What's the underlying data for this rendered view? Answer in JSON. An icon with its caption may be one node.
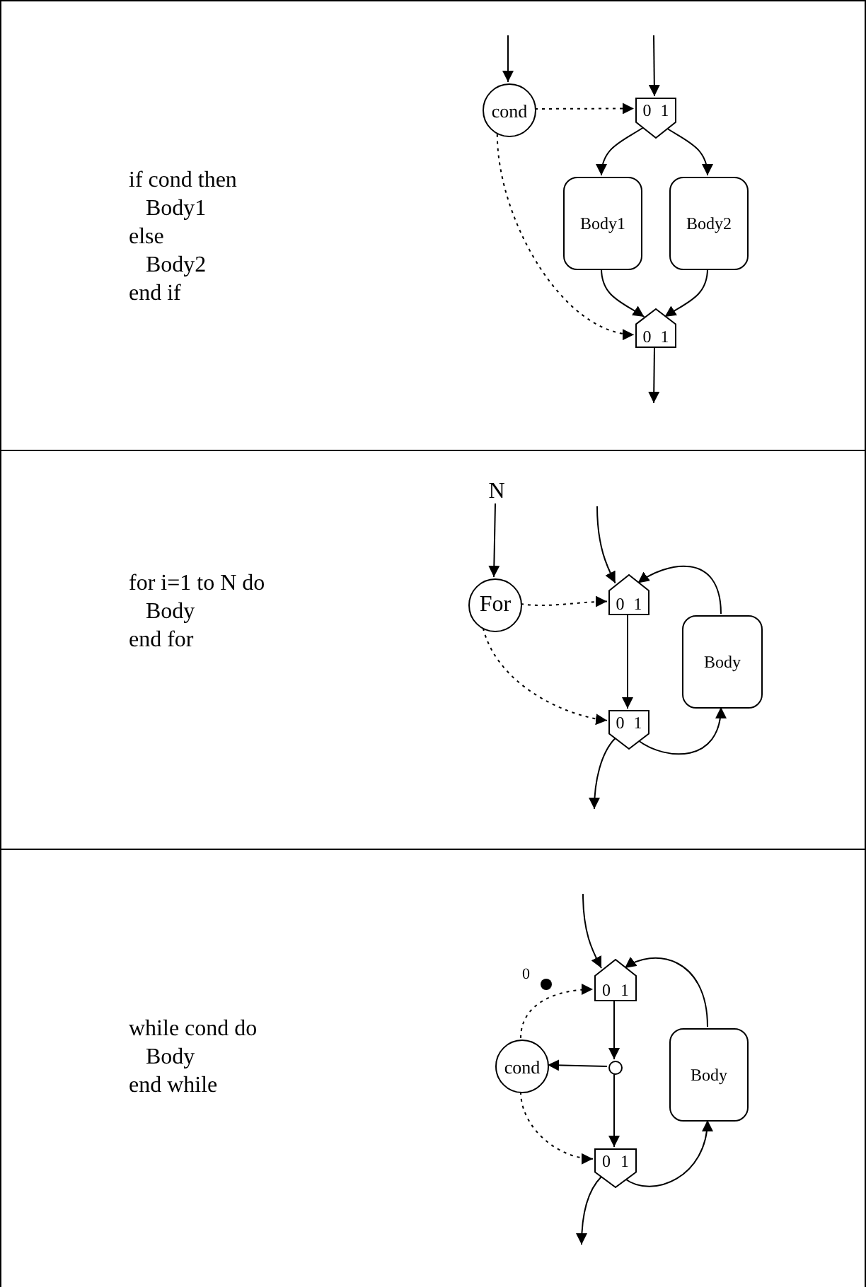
{
  "diagram": {
    "nodes": [
      {
        "text": [
          "if cond then",
          "Body1",
          "else",
          "Body2",
          "end if"
        ]
      },
      {
        "text": [
          "cond"
        ],
        "in": 0
      },
      {
        "text": [
          "0",
          "1"
        ],
        "in": 0
      },
      {
        "text": [
          "Body1"
        ],
        "in": 0
      },
      {
        "text": [
          "Body2"
        ],
        "in": 0
      },
      {
        "text": [
          "0",
          "1"
        ],
        "in": 0
      },
      {
        "text": [
          "for i=1 to N do",
          "Body",
          "end for"
        ]
      },
      {
        "text": [
          "N"
        ],
        "in": 6
      },
      {
        "text": [
          "For"
        ],
        "in": 6
      },
      {
        "text": [
          "0",
          "1"
        ],
        "in": 6
      },
      {
        "text": [
          "Body"
        ],
        "in": 6
      },
      {
        "text": [
          "0",
          "1"
        ],
        "in": 6
      },
      {
        "text": [
          "while cond do",
          "Body",
          "end while"
        ]
      },
      {
        "text": [
          "0",
          "1"
        ],
        "in": 12
      },
      {
        "text": [
          "cond"
        ],
        "in": 12
      },
      {
        "text": [],
        "shape": "circle",
        "in": 12
      },
      {
        "text": [
          "Body"
        ],
        "in": 12
      },
      {
        "text": [
          "0",
          "1"
        ],
        "in": 12
      }
    ],
    "edges": [
      {
        "from": null,
        "to": 1,
        "arrow": "to"
      },
      {
        "from": null,
        "to": 2,
        "arrow": "to"
      },
      {
        "from": 1,
        "to": 2,
        "arrow": "to",
        "style": "dashed"
      },
      {
        "from": 2,
        "to": 3,
        "arrow": "to"
      },
      {
        "from": 2,
        "to": 4,
        "arrow": "to"
      },
      {
        "from": 3,
        "to": 5,
        "arrow": "to"
      },
      {
        "from": 4,
        "to": 5,
        "arrow": "to"
      },
      {
        "from": 1,
        "to": 5,
        "arrow": "to",
        "style": "dashed"
      },
      {
        "from": 5,
        "to": null,
        "arrow": "to"
      },
      {
        "from": 7,
        "to": 8,
        "arrow": "to"
      },
      {
        "from": null,
        "to": 9,
        "arrow": "to"
      },
      {
        "from": 10,
        "to": 9,
        "arrow": "to"
      },
      {
        "from": 8,
        "to": 9,
        "arrow": "to",
        "style": "dashed"
      },
      {
        "from": 8,
        "to": 11,
        "arrow": "to",
        "style": "dashed"
      },
      {
        "from": 9,
        "to": 11,
        "arrow": "to"
      },
      {
        "from": 11,
        "to": 10,
        "arrow": "to"
      },
      {
        "from": 11,
        "to": null,
        "arrow": "to"
      },
      {
        "from": null,
        "to": 13,
        "arrow": "to"
      },
      {
        "from": 16,
        "to": 13,
        "arrow": "to"
      },
      {
        "from": 14,
        "to": 13,
        "arrow": "to",
        "style": "dashed"
      },
      {
        "from": 13,
        "to": 15,
        "arrow": "to"
      },
      {
        "from": 15,
        "to": 14,
        "arrow": "to"
      },
      {
        "from": 15,
        "to": 17,
        "arrow": "to"
      },
      {
        "from": 14,
        "to": 17,
        "arrow": "to",
        "style": "dashed"
      },
      {
        "from": 17,
        "to": 16,
        "arrow": "to"
      },
      {
        "from": 17,
        "to": null,
        "arrow": "to"
      }
    ],
    "labels": [
      "0"
    ]
  }
}
